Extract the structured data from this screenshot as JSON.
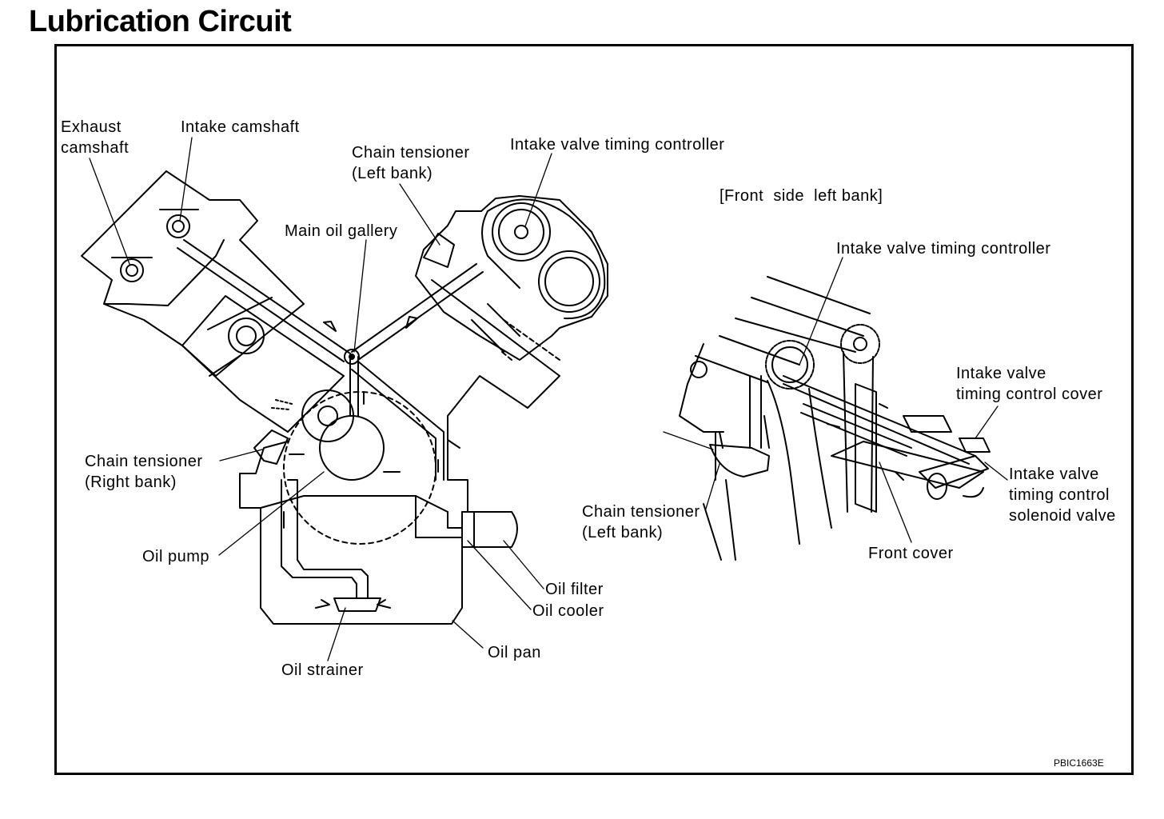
{
  "title": "Lubrication Circuit",
  "figure_code": "PBIC1663E",
  "main_view": {
    "labels": {
      "exhaust_camshaft_l1": "Exhaust",
      "exhaust_camshaft_l2": "camshaft",
      "intake_camshaft": "Intake camshaft",
      "chain_tensioner_left_l1": "Chain tensioner",
      "chain_tensioner_left_l2": "(Left bank)",
      "intake_vtc": "Intake valve timing controller",
      "main_oil_gallery": "Main oil gallery",
      "chain_tensioner_right_l1": "Chain tensioner",
      "chain_tensioner_right_l2": "(Right bank)",
      "oil_pump": "Oil pump",
      "oil_filter": "Oil filter",
      "oil_cooler": "Oil cooler",
      "oil_pan": "Oil pan",
      "oil_strainer": "Oil strainer"
    }
  },
  "inset_view": {
    "heading": "[Front  side  left bank]",
    "labels": {
      "intake_vtc": "Intake valve timing controller",
      "vtc_cover_l1": "Intake valve",
      "vtc_cover_l2": "timing control cover",
      "solenoid_l1": "Intake valve",
      "solenoid_l2": "timing control",
      "solenoid_l3": "solenoid valve",
      "chain_tensioner_l1": "Chain tensioner",
      "chain_tensioner_l2": "(Left bank)",
      "front_cover": "Front cover"
    }
  }
}
